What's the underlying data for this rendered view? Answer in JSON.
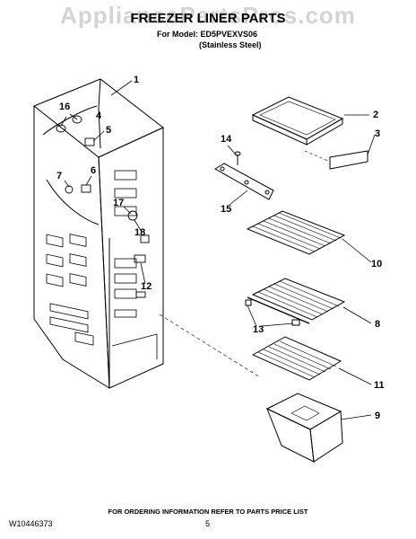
{
  "watermark": "AppliancePartsPros.com",
  "title": "FREEZER LINER PARTS",
  "model_line": "For Model: ED5PVEXVS06",
  "finish_line": "(Stainless Steel)",
  "callouts": [
    "1",
    "2",
    "3",
    "4",
    "5",
    "6",
    "7",
    "8",
    "9",
    "10",
    "11",
    "12",
    "13",
    "14",
    "15",
    "16",
    "17",
    "18"
  ],
  "footer": {
    "ordering_note": "FOR ORDERING INFORMATION REFER TO PARTS PRICE LIST",
    "document_number": "W10446373",
    "page_number": "5"
  }
}
